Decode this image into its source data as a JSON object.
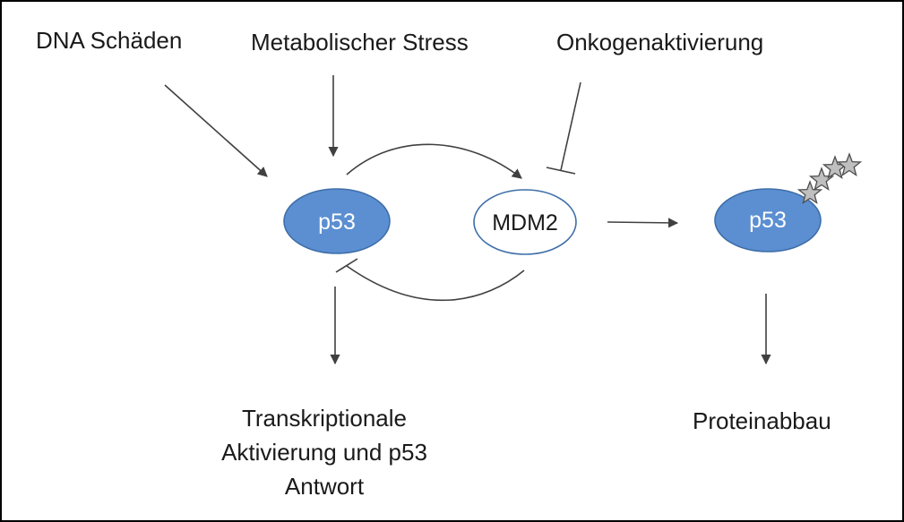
{
  "labels": {
    "dna_damage": "DNA Schäden",
    "metabolic_stress": "Metabolischer Stress",
    "oncogene_activation": "Onkogenaktivierung",
    "transcriptional_line1": "Transkriptionale",
    "transcriptional_line2": "Aktivierung und p53",
    "transcriptional_line3": "Antwort",
    "protein_degradation": "Proteinabbau"
  },
  "nodes": {
    "p53_left": "p53",
    "mdm2": "MDM2",
    "p53_right": "p53"
  },
  "colors": {
    "p53_fill": "#5b8fd1",
    "p53_stroke": "#3e6ea8",
    "mdm2_fill": "#ffffff",
    "mdm2_stroke": "#3e6ea8",
    "arrow": "#404040",
    "star_fill": "#bfbfbf",
    "star_stroke": "#4d4d4d",
    "border": "#000000"
  }
}
